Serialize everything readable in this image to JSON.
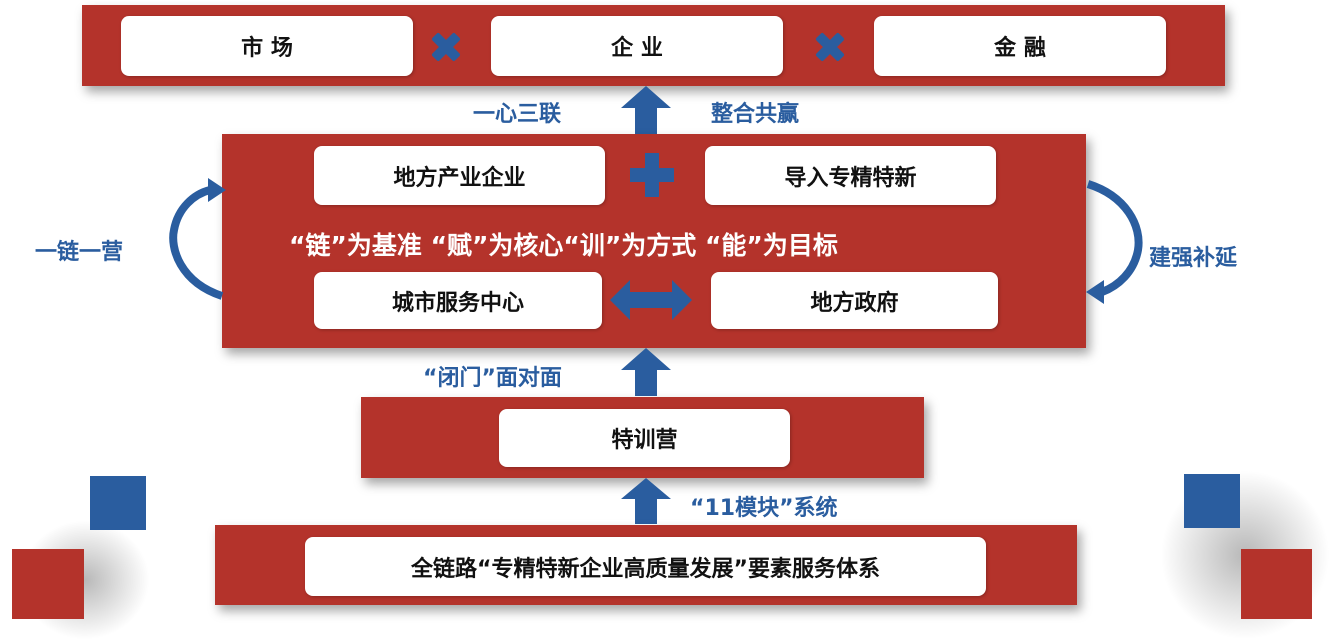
{
  "top_row": {
    "market": "市 场",
    "enterprise": "企 业",
    "finance": "金 融"
  },
  "link_left": "一心三联",
  "link_right": "整合共赢",
  "core": {
    "local_industry": "地方产业企业",
    "introduce": "导入专精特新",
    "principle": "“链”为基准 “赋”为核心“训”为方式 “能”为目标",
    "city_center": "城市服务中心",
    "local_gov": "地方政府"
  },
  "side_left": "一链一营",
  "side_right": "建强补延",
  "link_mid": "“闭门”面对面",
  "camp": "特训营",
  "link_bottom": "“11模块”系统",
  "base": "全链路“专精特新企业高质量发展”要素服务体系",
  "colors": {
    "red": "#b4332b",
    "blue": "#2a5d9f"
  }
}
